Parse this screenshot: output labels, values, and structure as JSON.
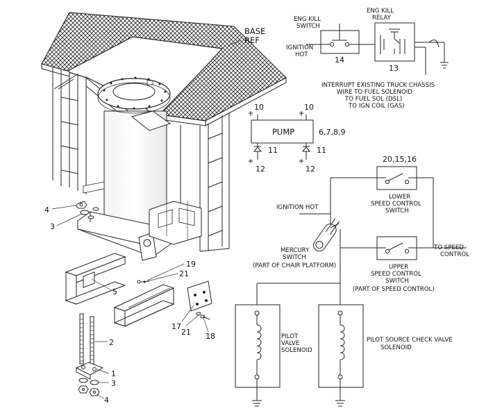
{
  "labels": {
    "base_ref": [
      "BASE",
      "REF"
    ],
    "eng_kill_switch": [
      "ENG KILL",
      "SWITCH"
    ],
    "eng_kill_relay": [
      "ENG KILL",
      "RELAY"
    ],
    "ignition_hot_top": [
      "IGNITION",
      "HOT"
    ],
    "switch_num": "14",
    "relay_num": "13",
    "interrupt_note": [
      "INTERRUPT EXISTING TRUCK CHASSIS",
      "WIRE TO FUEL SOLENOID",
      "TO FUEL SOL (DSL)",
      "TO IGN COIL (GAS)"
    ],
    "pump": "PUMP",
    "pump_refs": "6,7,8,9",
    "pump_top_left": "10",
    "pump_top_right": "10",
    "pump_diode_left": "11",
    "pump_diode_right": "11",
    "pump_bottom_left": "12",
    "pump_bottom_right": "12",
    "speed_switch_refs": "20,15,16",
    "lower_switch": [
      "LOWER",
      "SPEED CONTROL",
      "SWITCH"
    ],
    "ignition_hot": "IGNITION HOT",
    "mercury_switch": [
      "MERCURY",
      "SWITCH",
      "(PART OF CHAIR PLATFORM)"
    ],
    "to_speed_control": [
      "TO SPEED",
      "CONTROL"
    ],
    "upper_switch": [
      "UPPER",
      "SPEED CONTROL",
      "SWITCH",
      "(PART OF SPEED CONTROL)"
    ],
    "pilot_valve": [
      "PILOT",
      "VALVE",
      "SOLENOID"
    ],
    "pilot_source": [
      "PILOT SOURCE CHECK VALVE",
      "SOLENOID"
    ],
    "part_callouts": {
      "p4a": "4",
      "p3a": "3",
      "p5": "5",
      "p19": "19",
      "p21a": "21",
      "p17": "17",
      "p21b": "21",
      "p18": "18",
      "p2": "2",
      "p1": "1",
      "p3b": "3",
      "p4b": "4"
    }
  }
}
